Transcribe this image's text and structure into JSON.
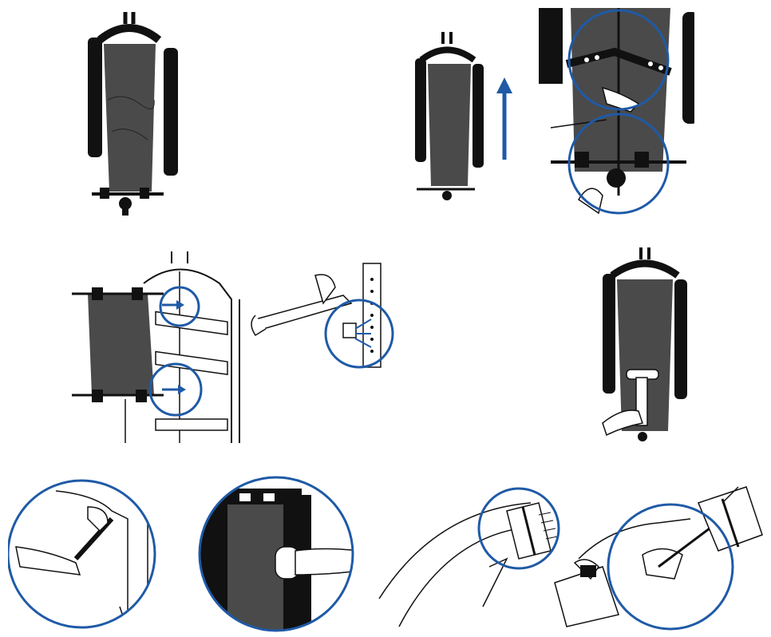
{
  "document": {
    "kind": "instruction-illustration-sheet",
    "colors": {
      "ink": "#111111",
      "fabric": "#4a4a4a",
      "callout": "#1f5aa6",
      "background": "#ffffff",
      "light_fill": "#ffffff"
    },
    "panels": [
      {
        "id": "stand-with-wrinkled-cover",
        "description_icon": "garment-stand-icon"
      },
      {
        "id": "pull-cover-up",
        "description_icon": "up-arrow-icon"
      },
      {
        "id": "clip-cover-to-frame",
        "description_icon": "clip-icon"
      },
      {
        "id": "cover-fitted-with-handle",
        "description_icon": "handle-icon"
      },
      {
        "id": "attach-hose-closeup",
        "description_icon": "hose-icon"
      },
      {
        "id": "brush-attachment",
        "description_icon": "brush-icon"
      }
    ]
  }
}
